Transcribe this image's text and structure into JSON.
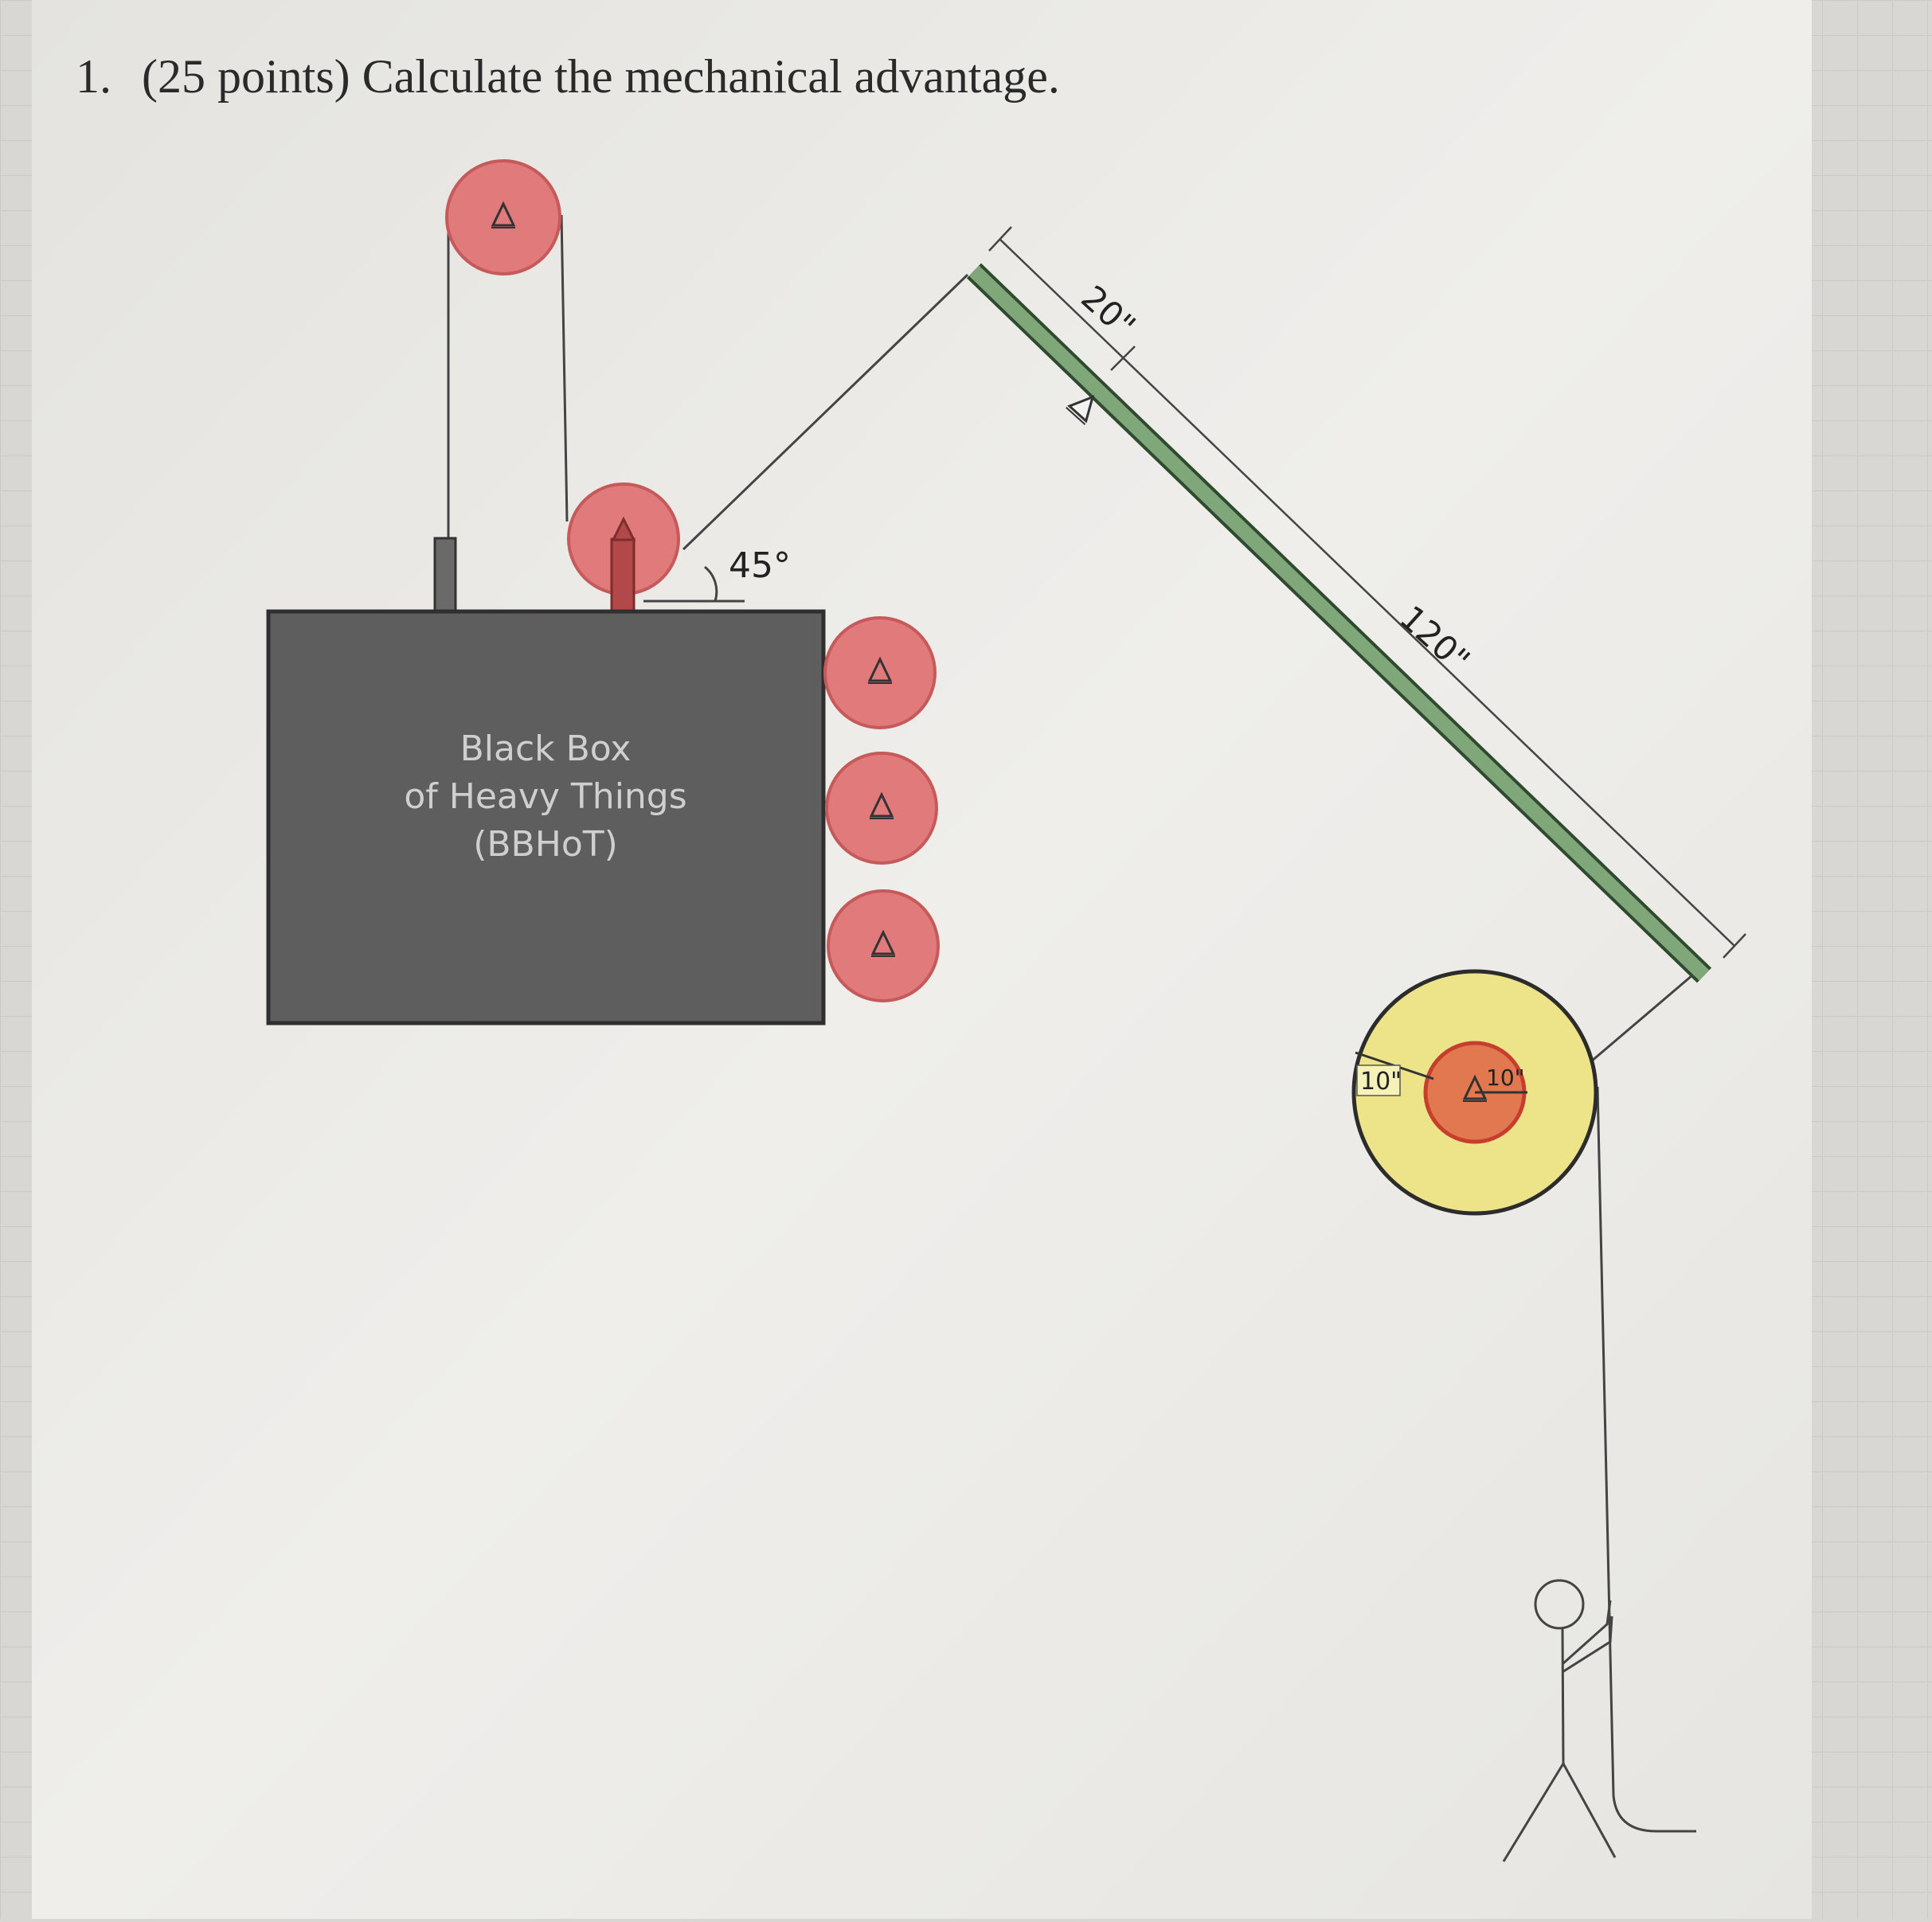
{
  "question": {
    "number": "1.",
    "text": "(25 points) Calculate the mechanical advantage."
  },
  "box": {
    "line1": "Black Box",
    "line2": "of Heavy Things",
    "line3": "(BBHoT)"
  },
  "labels": {
    "angle": "45°",
    "lever_short": "20\"",
    "lever_long": "120\"",
    "wheel_outer_radius": "10\"",
    "wheel_inner_radius": "10\""
  },
  "colors": {
    "paper": "#eeeeec",
    "box_fill": "#5e5e5e",
    "pulley_red": "#e07a7b",
    "lever_green": "#7fa779",
    "wheel_yellow": "#ede48a",
    "axle_orange": "#e2784f"
  },
  "icons": [
    "pivot-triangle-icon",
    "stick-figure-person"
  ]
}
